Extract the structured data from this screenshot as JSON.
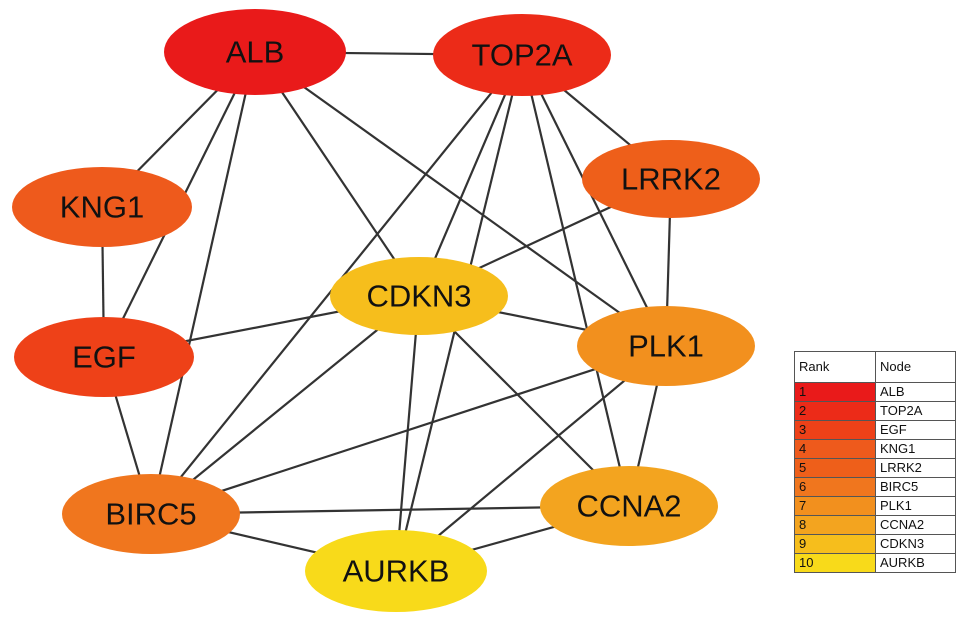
{
  "nodes": [
    {
      "id": "ALB",
      "label": "ALB",
      "color": "#E91A1A"
    },
    {
      "id": "TOP2A",
      "label": "TOP2A",
      "color": "#EC2B18"
    },
    {
      "id": "EGF",
      "label": "EGF",
      "color": "#EE4118"
    },
    {
      "id": "KNG1",
      "label": "KNG1",
      "color": "#EE5A1C"
    },
    {
      "id": "LRRK2",
      "label": "LRRK2",
      "color": "#EE5F1A"
    },
    {
      "id": "BIRC5",
      "label": "BIRC5",
      "color": "#F0761E"
    },
    {
      "id": "PLK1",
      "label": "PLK1",
      "color": "#F2901E"
    },
    {
      "id": "CCNA2",
      "label": "CCNA2",
      "color": "#F3A41F"
    },
    {
      "id": "CDKN3",
      "label": "CDKN3",
      "color": "#F6BE1C"
    },
    {
      "id": "AURKB",
      "label": "AURKB",
      "color": "#F8DA1A"
    }
  ],
  "edges": [
    [
      "ALB",
      "TOP2A"
    ],
    [
      "ALB",
      "KNG1"
    ],
    [
      "ALB",
      "EGF"
    ],
    [
      "ALB",
      "BIRC5"
    ],
    [
      "ALB",
      "CDKN3"
    ],
    [
      "ALB",
      "PLK1"
    ],
    [
      "TOP2A",
      "BIRC5"
    ],
    [
      "TOP2A",
      "CDKN3"
    ],
    [
      "TOP2A",
      "AURKB"
    ],
    [
      "TOP2A",
      "PLK1"
    ],
    [
      "TOP2A",
      "CCNA2"
    ],
    [
      "TOP2A",
      "LRRK2"
    ],
    [
      "KNG1",
      "EGF"
    ],
    [
      "EGF",
      "CDKN3"
    ],
    [
      "EGF",
      "BIRC5"
    ],
    [
      "LRRK2",
      "CDKN3"
    ],
    [
      "LRRK2",
      "PLK1"
    ],
    [
      "CDKN3",
      "BIRC5"
    ],
    [
      "CDKN3",
      "AURKB"
    ],
    [
      "CDKN3",
      "PLK1"
    ],
    [
      "CDKN3",
      "CCNA2"
    ],
    [
      "PLK1",
      "BIRC5"
    ],
    [
      "PLK1",
      "AURKB"
    ],
    [
      "PLK1",
      "CCNA2"
    ],
    [
      "BIRC5",
      "CCNA2"
    ],
    [
      "BIRC5",
      "AURKB"
    ],
    [
      "AURKB",
      "CCNA2"
    ]
  ],
  "legend": {
    "header_rank": "Rank",
    "header_node": "Node",
    "rows": [
      {
        "rank": "1",
        "node": "ALB",
        "color": "#E91A1A"
      },
      {
        "rank": "2",
        "node": "TOP2A",
        "color": "#EC2B18"
      },
      {
        "rank": "3",
        "node": "EGF",
        "color": "#EE4118"
      },
      {
        "rank": "4",
        "node": "KNG1",
        "color": "#EE5A1C"
      },
      {
        "rank": "5",
        "node": "LRRK2",
        "color": "#EE5F1A"
      },
      {
        "rank": "6",
        "node": "BIRC5",
        "color": "#F0761E"
      },
      {
        "rank": "7",
        "node": "PLK1",
        "color": "#F2901E"
      },
      {
        "rank": "8",
        "node": "CCNA2",
        "color": "#F3A41F"
      },
      {
        "rank": "9",
        "node": "CDKN3",
        "color": "#F6BE1C"
      },
      {
        "rank": "10",
        "node": "AURKB",
        "color": "#F8DA1A"
      }
    ]
  }
}
